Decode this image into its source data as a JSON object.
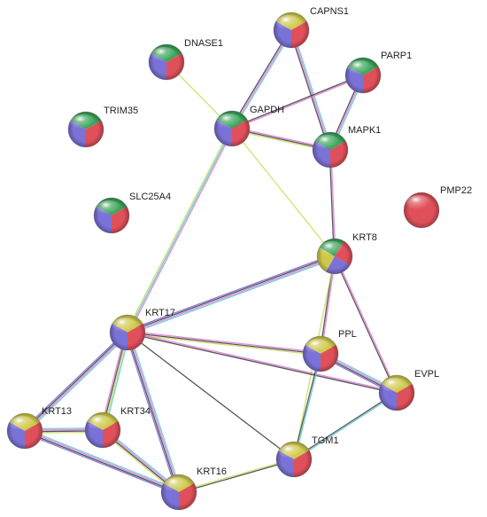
{
  "network": {
    "nodes": [
      {
        "id": "CAPNS1",
        "label": "CAPNS1",
        "colors": [
          "#cfc94a",
          "#e0505a",
          "#7b72d8"
        ]
      },
      {
        "id": "DNASE1",
        "label": "DNASE1",
        "colors": [
          "#3aa55a",
          "#e0505a",
          "#7b72d8"
        ]
      },
      {
        "id": "PARP1",
        "label": "PARP1",
        "colors": [
          "#3aa55a",
          "#e0505a",
          "#7b72d8"
        ]
      },
      {
        "id": "TRIM35",
        "label": "TRIM35",
        "colors": [
          "#3aa55a",
          "#e0505a",
          "#7b72d8"
        ]
      },
      {
        "id": "GAPDH",
        "label": "GAPDH",
        "colors": [
          "#3aa55a",
          "#e0505a",
          "#7b72d8"
        ]
      },
      {
        "id": "MAPK1",
        "label": "MAPK1",
        "colors": [
          "#3aa55a",
          "#e0505a",
          "#7b72d8"
        ]
      },
      {
        "id": "SLC25A4",
        "label": "SLC25A4",
        "colors": [
          "#3aa55a",
          "#e0505a",
          "#7b72d8"
        ]
      },
      {
        "id": "PMP22",
        "label": "PMP22",
        "colors": [
          "#e0505a"
        ]
      },
      {
        "id": "KRT8",
        "label": "KRT8",
        "colors": [
          "#3aa55a",
          "#e0505a",
          "#7b72d8",
          "#cfc94a"
        ]
      },
      {
        "id": "KRT17",
        "label": "KRT17",
        "colors": [
          "#cfc94a",
          "#e0505a",
          "#7b72d8"
        ]
      },
      {
        "id": "PPL",
        "label": "PPL",
        "colors": [
          "#cfc94a",
          "#e0505a",
          "#7b72d8"
        ]
      },
      {
        "id": "EVPL",
        "label": "EVPL",
        "colors": [
          "#cfc94a",
          "#e0505a",
          "#7b72d8"
        ]
      },
      {
        "id": "KRT13",
        "label": "KRT13",
        "colors": [
          "#cfc94a",
          "#e0505a",
          "#7b72d8"
        ]
      },
      {
        "id": "KRT34",
        "label": "KRT34",
        "colors": [
          "#cfc94a",
          "#e0505a",
          "#7b72d8"
        ]
      },
      {
        "id": "TGM1",
        "label": "TGM1",
        "colors": [
          "#cfc94a",
          "#e0505a",
          "#7b72d8"
        ]
      },
      {
        "id": "KRT16",
        "label": "KRT16",
        "colors": [
          "#cfc94a",
          "#e0505a",
          "#7b72d8"
        ]
      }
    ],
    "edges": [
      {
        "source": "CAPNS1",
        "target": "GAPDH",
        "colors": [
          "#5fc9d6",
          "#e07ad8",
          "#444444"
        ]
      },
      {
        "source": "CAPNS1",
        "target": "MAPK1",
        "colors": [
          "#5fc9d6",
          "#e07ad8",
          "#444444"
        ]
      },
      {
        "source": "PARP1",
        "target": "GAPDH",
        "colors": [
          "#e07ad8",
          "#444444"
        ]
      },
      {
        "source": "PARP1",
        "target": "MAPK1",
        "colors": [
          "#5fc9d6",
          "#e07ad8",
          "#444444"
        ]
      },
      {
        "source": "DNASE1",
        "target": "GAPDH",
        "colors": [
          "#c8e060"
        ]
      },
      {
        "source": "GAPDH",
        "target": "MAPK1",
        "colors": [
          "#e07ad8",
          "#444444",
          "#c8e060"
        ]
      },
      {
        "source": "GAPDH",
        "target": "KRT8",
        "colors": [
          "#c8e060"
        ]
      },
      {
        "source": "GAPDH",
        "target": "KRT17",
        "colors": [
          "#e07ad8",
          "#5fc9d6",
          "#c8e060"
        ]
      },
      {
        "source": "MAPK1",
        "target": "KRT8",
        "colors": [
          "#e07ad8",
          "#444444"
        ]
      },
      {
        "source": "KRT8",
        "target": "KRT17",
        "colors": [
          "#5fc9d6",
          "#e07ad8",
          "#444444",
          "#7b72d8"
        ]
      },
      {
        "source": "KRT8",
        "target": "PPL",
        "colors": [
          "#e07ad8",
          "#444444"
        ]
      },
      {
        "source": "KRT8",
        "target": "EVPL",
        "colors": [
          "#e07ad8",
          "#444444"
        ]
      },
      {
        "source": "KRT8",
        "target": "TGM1",
        "colors": [
          "#c8e060"
        ]
      },
      {
        "source": "KRT17",
        "target": "PPL",
        "colors": [
          "#e07ad8",
          "#444444",
          "#c8e060"
        ]
      },
      {
        "source": "KRT17",
        "target": "EVPL",
        "colors": [
          "#e07ad8",
          "#444444"
        ]
      },
      {
        "source": "KRT17",
        "target": "KRT13",
        "colors": [
          "#5fc9d6",
          "#e07ad8",
          "#444444",
          "#7b72d8"
        ]
      },
      {
        "source": "KRT17",
        "target": "KRT34",
        "colors": [
          "#5fc9d6",
          "#c8e060",
          "#444444",
          "#e07ad8"
        ]
      },
      {
        "source": "KRT17",
        "target": "KRT16",
        "colors": [
          "#5fc9d6",
          "#e07ad8",
          "#444444",
          "#7b72d8"
        ]
      },
      {
        "source": "KRT17",
        "target": "TGM1",
        "colors": [
          "#444444"
        ]
      },
      {
        "source": "PPL",
        "target": "EVPL",
        "colors": [
          "#5fc9d6",
          "#e07ad8",
          "#444444",
          "#7b72d8"
        ]
      },
      {
        "source": "PPL",
        "target": "TGM1",
        "colors": [
          "#5fc9d6",
          "#444444"
        ]
      },
      {
        "source": "EVPL",
        "target": "TGM1",
        "colors": [
          "#5fc9d6",
          "#444444"
        ]
      },
      {
        "source": "KRT13",
        "target": "KRT34",
        "colors": [
          "#5fc9d6",
          "#e07ad8",
          "#444444",
          "#c8e060"
        ]
      },
      {
        "source": "KRT13",
        "target": "KRT16",
        "colors": [
          "#5fc9d6",
          "#e07ad8",
          "#444444",
          "#7b72d8"
        ]
      },
      {
        "source": "KRT34",
        "target": "KRT16",
        "colors": [
          "#5fc9d6",
          "#e07ad8",
          "#444444",
          "#c8e060"
        ]
      },
      {
        "source": "KRT16",
        "target": "TGM1",
        "colors": [
          "#c8e060",
          "#444444"
        ]
      }
    ]
  }
}
